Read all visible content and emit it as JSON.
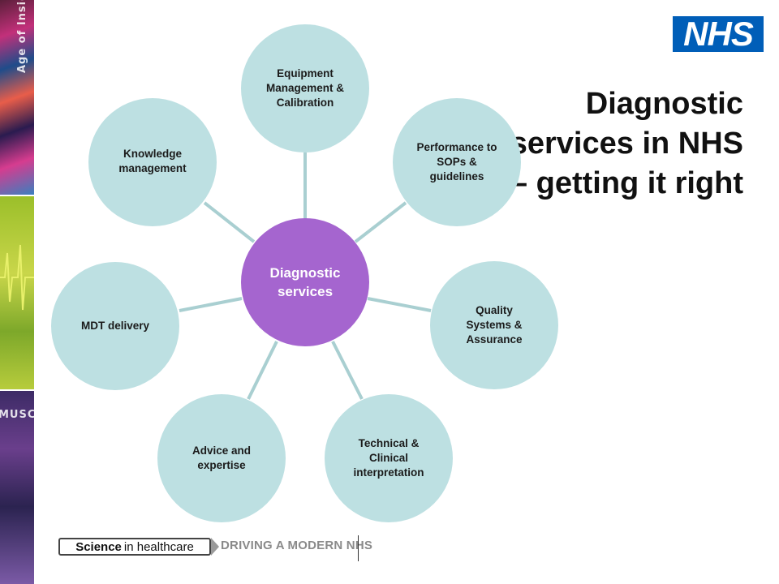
{
  "brand": {
    "logo_text": "NHS",
    "colors": {
      "nhs_blue": "#005eb8",
      "node_fill": "#bde0e2",
      "center_fill": "#a565cf",
      "connector": "#a9cfd1"
    }
  },
  "title": "Diagnostic services in NHS – getting it right",
  "diagram": {
    "center": "Diagnostic services",
    "nodes": [
      {
        "label": "Equipment Management & Calibration"
      },
      {
        "label": "Performance to SOPs & guidelines"
      },
      {
        "label": "Quality Systems & Assurance"
      },
      {
        "label": "Technical & Clinical interpretation"
      },
      {
        "label": "Advice and expertise"
      },
      {
        "label": "MDT delivery"
      },
      {
        "label": "Knowledge management"
      }
    ]
  },
  "footer": {
    "badge_bold": "Science",
    "badge_rest": "in healthcare",
    "slogan": "DRIVING A MODERN NHS"
  },
  "strip": {
    "top_text": "Age of Insight",
    "bottom_text": "MUSCLE"
  }
}
